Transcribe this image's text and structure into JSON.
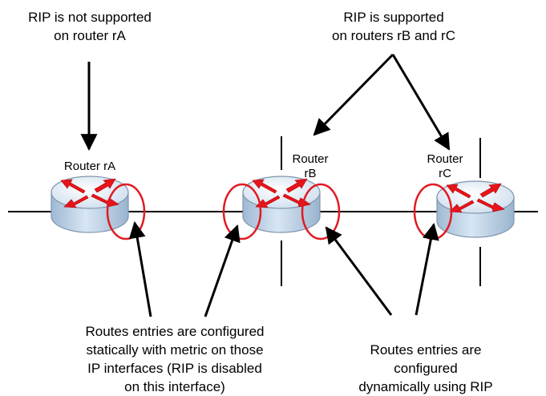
{
  "captions": {
    "rip_not_supported": {
      "line1": "RIP is not supported",
      "line2": "on router rA"
    },
    "rip_supported": {
      "line1": "RIP is supported",
      "line2": "on routers rB and rC"
    },
    "static_routes": {
      "line1": "Routes entries are configured",
      "line2": "statically with metric on those",
      "line3": "IP interfaces (RIP is disabled",
      "line4": "on this interface)"
    },
    "dynamic_routes": {
      "line1": "Routes entries are",
      "line2": "configured",
      "line3": "dynamically using RIP"
    }
  },
  "routers": {
    "rA": {
      "line1": "Router rA"
    },
    "rB": {
      "line1": "Router",
      "line2": "rB"
    },
    "rC": {
      "line1": "Router",
      "line2": "rC"
    }
  },
  "colors": {
    "router_body": "#b7cfe6",
    "router_top": "#dce9f6",
    "router_outline": "#7f95ad",
    "arrow_red": "#e8141b",
    "highlight_circle": "#e01b24",
    "line": "#000000"
  }
}
